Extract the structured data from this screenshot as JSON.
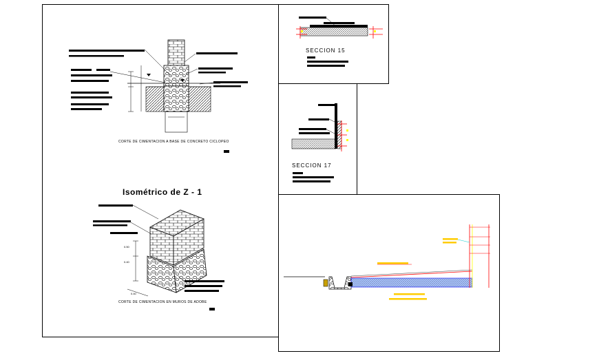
{
  "sheets": {
    "main": {
      "caption_top": "CORTE DE CIMENTACION A BASE DE CONCRETO CICLOPEO",
      "iso_title": "Isométrico de  Z - 1",
      "caption_bottom": "CORTE DE CIMENTACION EN MUROS DE ADOBE",
      "dims": [
        "0.50",
        "0.40",
        "0.40"
      ]
    },
    "seccion15": {
      "title": "SECCION 15"
    },
    "seccion17": {
      "title": "SECCION 17"
    }
  },
  "colors": {
    "line": "#000000",
    "red": "#ff0000",
    "yellow": "#ffff00",
    "blue": "#0000ff",
    "cyan": "#00ffff",
    "fill": "#a9c4ff"
  }
}
